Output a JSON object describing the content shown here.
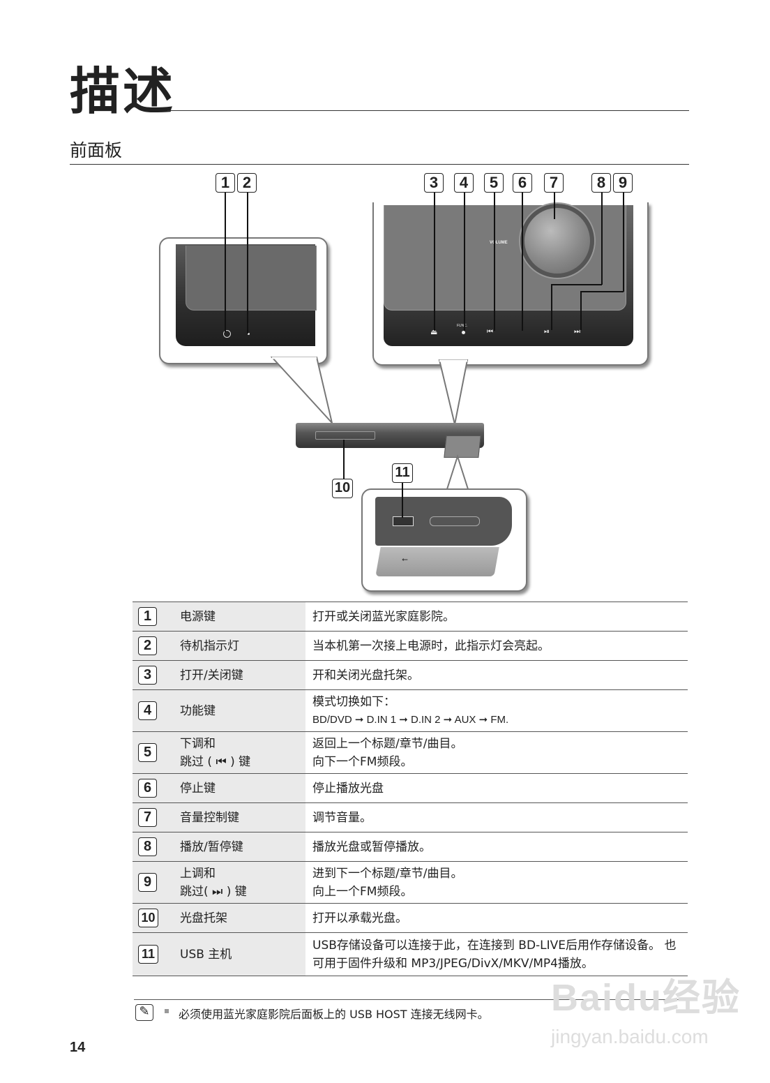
{
  "page": {
    "title": "描述",
    "section": "前面板",
    "page_number": "14"
  },
  "diagram": {
    "badges": [
      "1",
      "2",
      "3",
      "4",
      "5",
      "6",
      "7",
      "8",
      "9",
      "10",
      "11"
    ],
    "volume_label": "VOLUME",
    "func_label": "FUNC."
  },
  "table": [
    {
      "num": "1",
      "name_lines": [
        "电源键"
      ],
      "desc_lines": [
        "打开或关闭蓝光家庭影院。"
      ]
    },
    {
      "num": "2",
      "name_lines": [
        "待机指示灯"
      ],
      "desc_lines": [
        "当本机第一次接上电源时，此指示灯会亮起。"
      ]
    },
    {
      "num": "3",
      "name_lines": [
        "打开/关闭键"
      ],
      "desc_lines": [
        "开和关闭光盘托架。"
      ]
    },
    {
      "num": "4",
      "name_lines": [
        "功能键"
      ],
      "desc_lines": [
        "模式切换如下：",
        "BD/DVD ➞ D.IN 1 ➞ D.IN 2 ➞ AUX ➞ FM."
      ]
    },
    {
      "num": "5",
      "name_lines": [
        "下调和",
        "跳过 ( ⏮ ) 键"
      ],
      "desc_lines": [
        "返回上一个标题/章节/曲目。",
        "向下一个FM频段。"
      ]
    },
    {
      "num": "6",
      "name_lines": [
        "停止键"
      ],
      "desc_lines": [
        "停止播放光盘"
      ]
    },
    {
      "num": "7",
      "name_lines": [
        "音量控制键"
      ],
      "desc_lines": [
        "调节音量。"
      ]
    },
    {
      "num": "8",
      "name_lines": [
        "播放/暂停键"
      ],
      "desc_lines": [
        "播放光盘或暂停播放。"
      ]
    },
    {
      "num": "9",
      "name_lines": [
        "上调和",
        "跳过( ⏭ ) 键"
      ],
      "desc_lines": [
        "进到下一个标题/章节/曲目。",
        "向上一个FM频段。"
      ]
    },
    {
      "num": "10",
      "name_lines": [
        "光盘托架"
      ],
      "desc_lines": [
        "打开以承载光盘。"
      ]
    },
    {
      "num": "11",
      "name_lines": [
        "USB 主机"
      ],
      "desc_lines": [
        "USB存储设备可以连接于此，在连接到 BD-LIVE后用作存储设备。 也",
        "可用于固件升级和 MP3/JPEG/DivX/MKV/MP4播放。"
      ]
    }
  ],
  "note": {
    "text": "必须使用蓝光家庭影院后面板上的 USB HOST 连接无线网卡。"
  },
  "watermark": {
    "line1": "Baidu经验",
    "line2": "jingyan.baidu.com"
  }
}
